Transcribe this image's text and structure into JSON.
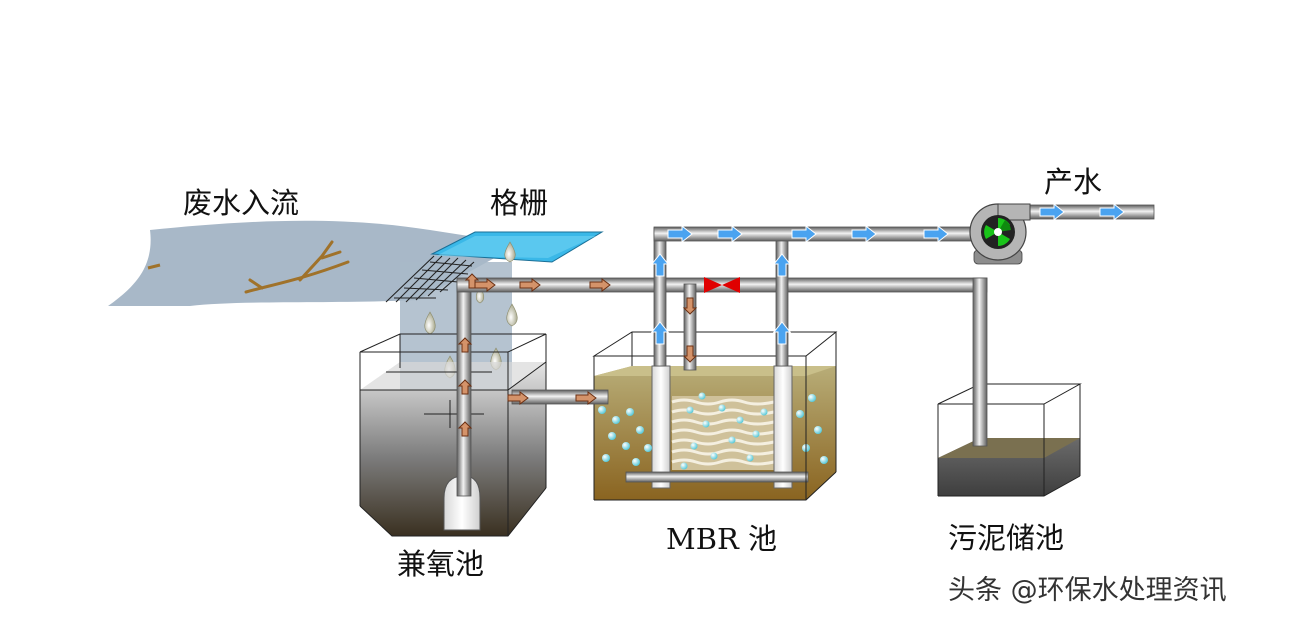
{
  "labels": {
    "inflow": "废水入流",
    "screen": "格栅",
    "product_water": "产水",
    "anoxic_tank": "兼氧池",
    "mbr_tank": "MBR 池",
    "sludge_tank": "污泥储池"
  },
  "watermark": "头条 @环保水处理资讯",
  "colors": {
    "water": "#a8b8c8",
    "pipe": "#9a9a9a",
    "sludge": "#8a6a28",
    "flow_arrow_brown": "#a0522d",
    "flow_arrow_blue": "#4aa3f0",
    "valve": "#e00000",
    "pump_rotor": "#19c419",
    "screen": "#3ab8e8"
  }
}
